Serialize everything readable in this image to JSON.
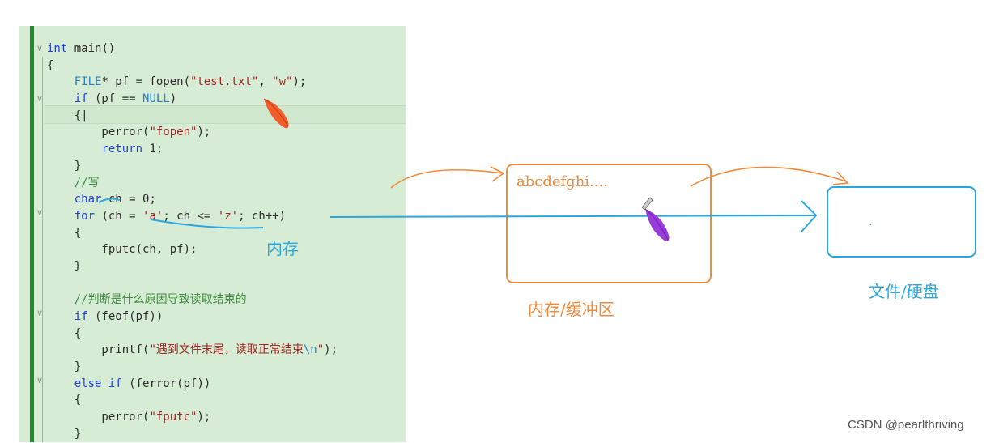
{
  "code": {
    "lines": [
      "int main()",
      "{",
      "    FILE* pf = fopen(\"test.txt\", \"w\");",
      "    if (pf == NULL)",
      "    {|",
      "        perror(\"fopen\");",
      "        return 1;",
      "    }",
      "    //写",
      "    char ch = 0;",
      "    for (ch = 'a'; ch <= 'z'; ch++)",
      "    {",
      "        fputc(ch, pf);",
      "    }",
      "",
      "    //判断是什么原因导致读取结束的",
      "    if (feof(pf))",
      "    {",
      "        printf(\"遇到文件末尾，读取正常结束\\n\");",
      "    }",
      "    else if (ferror(pf))",
      "    {",
      "        perror(\"fputc\");",
      "    }"
    ]
  },
  "annotations": {
    "memory_note": "内存",
    "buffer_content": "abcdefghi....",
    "buffer_label": "内存/缓冲区",
    "disk_label": "文件/硬盘",
    "disk_dot": "."
  },
  "watermark": "CSDN @pearlthriving",
  "colors": {
    "code_background": "#d7ecd5",
    "gutter_bar": "#1e8c2e",
    "buffer_orange": "#f08a3c",
    "disk_blue": "#2aa7df"
  }
}
